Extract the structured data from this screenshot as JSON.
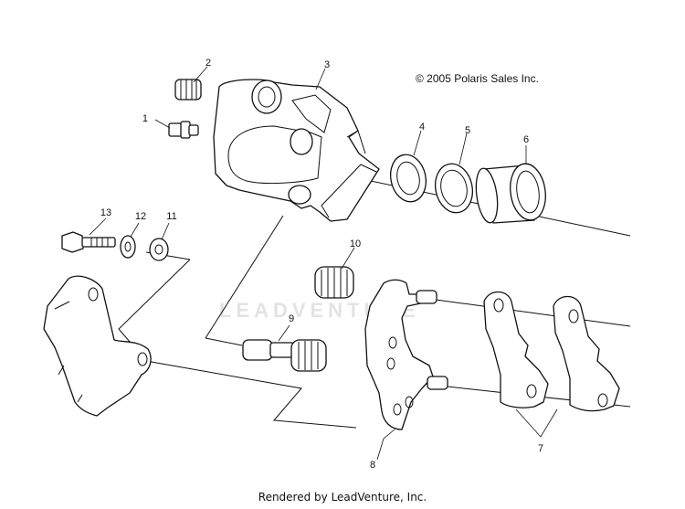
{
  "copyright": "© 2005 Polaris Sales Inc.",
  "footer": "Rendered by LeadVenture, Inc.",
  "watermark": "LEADVENTURE",
  "callouts": {
    "p1": "1",
    "p2": "2",
    "p3": "3",
    "p4": "4",
    "p5": "5",
    "p6": "6",
    "p7": "7",
    "p8": "8",
    "p9": "9",
    "p10": "10",
    "p11": "11",
    "p12": "12",
    "p13": "13"
  }
}
